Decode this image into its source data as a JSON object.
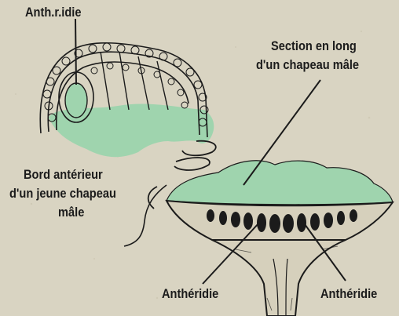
{
  "colors": {
    "paper": "#d9d4c2",
    "ink": "#1b1b1b",
    "tissue": "#9fd4ae"
  },
  "labels": {
    "antheridie_top": "Anth.r.idie",
    "section_line1": "Section en long",
    "section_line2": "d'un chapeau mâle",
    "bord_line1": "Bord antérieur",
    "bord_line2": "d'un jeune chapeau",
    "bord_line3": "mâle",
    "antheridie_left": "Anthéridie",
    "antheridie_right": "Anthéridie"
  }
}
